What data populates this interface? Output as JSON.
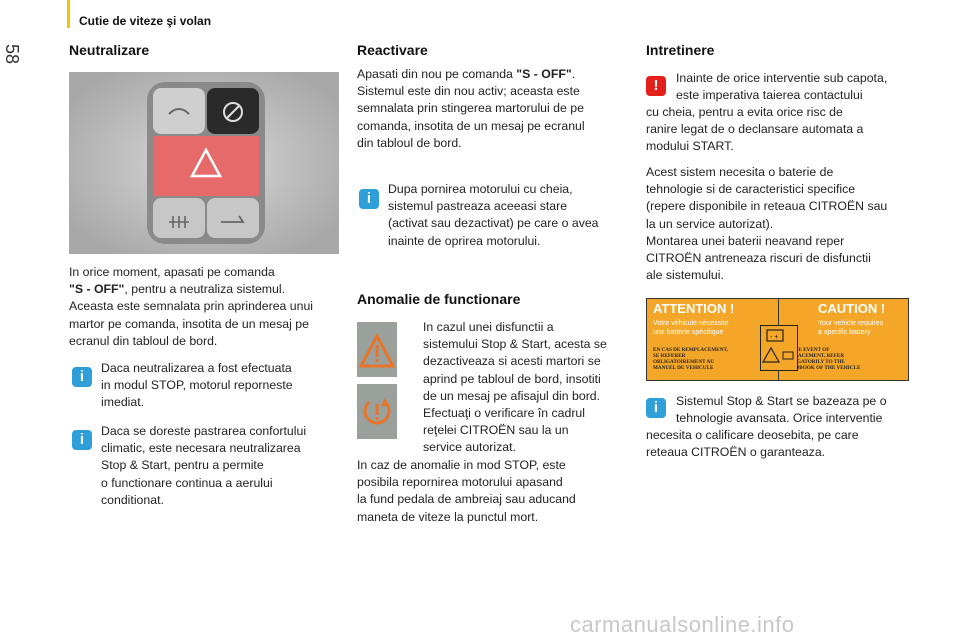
{
  "header": {
    "title": "Cutie de viteze şi volan",
    "page_number": "58"
  },
  "col1": {
    "heading": "Neutralizare",
    "para_line1": "In orice moment, apasati pe comanda",
    "para_bold": "\"S - OFF\"",
    "para_rest1": ", pentru a neutraliza sistemul.",
    "para_line3": "Aceasta este semnalata prin aprinderea unui",
    "para_line4": "martor pe comanda, insotita de un mesaj pe",
    "para_line5": "ecranul din tabloul de bord.",
    "info1": [
      "Daca neutralizarea a fost efectuata",
      "in modul STOP, motorul reporneste",
      "imediat."
    ],
    "info2": [
      "Daca se doreste pastrarea confortului",
      "climatic, este necesara neutralizarea",
      "Stop & Start, pentru a permite",
      "o functionare continua a aerului",
      "conditionat."
    ]
  },
  "col2": {
    "heading1": "Reactivare",
    "react_l1a": "Apasati din nou pe comanda ",
    "react_l1b": "\"S - OFF\"",
    "react_l1c": ".",
    "react_lines": [
      "Sistemul este din nou activ; aceasta este",
      "semnalata prin stingerea martorului de pe",
      "comanda, insotita de un mesaj pe ecranul",
      "din tabloul de bord."
    ],
    "info": [
      "Dupa pornirea motorului cu cheia,",
      "sistemul pastreaza aceeasi stare",
      "(activat sau dezactivat) pe care o avea",
      "inainte de oprirea motorului."
    ],
    "heading2": "Anomalie de functionare",
    "anom_lines": [
      "In cazul unei disfunctii a",
      "sistemului Stop & Start, acesta se",
      "dezactiveaza si acesti martori se",
      "aprind pe tabloul de bord, insotiti",
      "de un mesaj pe afisajul din bord.",
      "Efectuaţi o verificare în cadrul",
      "reţelei CITROËN sau la un",
      "service autorizat."
    ],
    "anom_tail": [
      "In caz de anomalie in mod STOP, este",
      "posibila repornirea motorului apasand",
      "la fund pedala de ambreiaj sau aducand",
      "maneta de viteze la punctul mort."
    ]
  },
  "col3": {
    "heading": "Intretinere",
    "warn_lines": [
      "Inainte de orice interventie sub capota,",
      "este imperativa taierea contactului"
    ],
    "warn_tail": [
      "cu cheia, pentru a evita orice risc de",
      "ranire legat de o declansare automata a",
      "modului START."
    ],
    "para": [
      "Acest sistem necesita o baterie de",
      "tehnologie si de caracteristici specifice",
      "(repere disponibile in reteaua CITROËN sau",
      "la un service autorizat).",
      "Montarea unei baterii neavand reper",
      "CITROËN antreneaza riscuri de disfunctii",
      "ale sistemului."
    ],
    "label": {
      "left_title": "ATTENTION !",
      "right_title": "CAUTION !",
      "left_sub1": "Votre véhicule nécessite",
      "left_sub2": "une batterie spécifique",
      "right_sub1": "Your vehicle requires",
      "right_sub2": "a specific battery",
      "left_small": [
        "EN CAS DE REMPLACEMENT,",
        "SE REFERER",
        "OBLIGATOIREMENT AU",
        "MANUEL DU VEHICULE"
      ],
      "right_small": [
        "IN THE EVENT OF",
        "REPLACEMENT, REFER",
        "OBLIGATORILY TO THE",
        "HANDBOOK OF THE VEHICLE"
      ]
    },
    "info_lines": [
      "Sistemul Stop & Start se bazeaza pe o",
      "tehnologie avansata. Orice interventie"
    ],
    "info_tail": [
      "necesita o calificare deosebita, pe care",
      "reteaua CITROËN o garanteaza."
    ]
  },
  "watermark": "carmanualsonline.info",
  "colors": {
    "accent_bar": "#f2c500",
    "info_blue": "#2e9fd9",
    "warn_red": "#e4201b",
    "label_orange": "#f4a628"
  }
}
